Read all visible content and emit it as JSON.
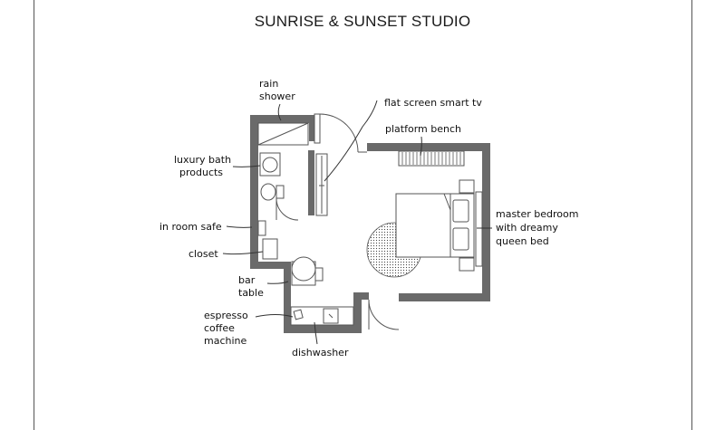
{
  "title": "SUNRISE & SUNSET STUDIO",
  "labels": {
    "rain_shower": [
      "rain",
      "shower"
    ],
    "flat_screen_tv": [
      "flat screen smart tv"
    ],
    "platform_bench": [
      "platform bench"
    ],
    "luxury_bath_products": [
      "luxury bath",
      "products"
    ],
    "in_room_safe": [
      "in room safe"
    ],
    "closet": [
      "closet"
    ],
    "bar_table": [
      "bar",
      "table"
    ],
    "master_bedroom": [
      "master bedroom",
      "with dreamy",
      "queen bed"
    ],
    "espresso_machine": [
      "espresso",
      "coffee",
      "machine"
    ],
    "dishwasher": [
      "dishwasher"
    ]
  }
}
